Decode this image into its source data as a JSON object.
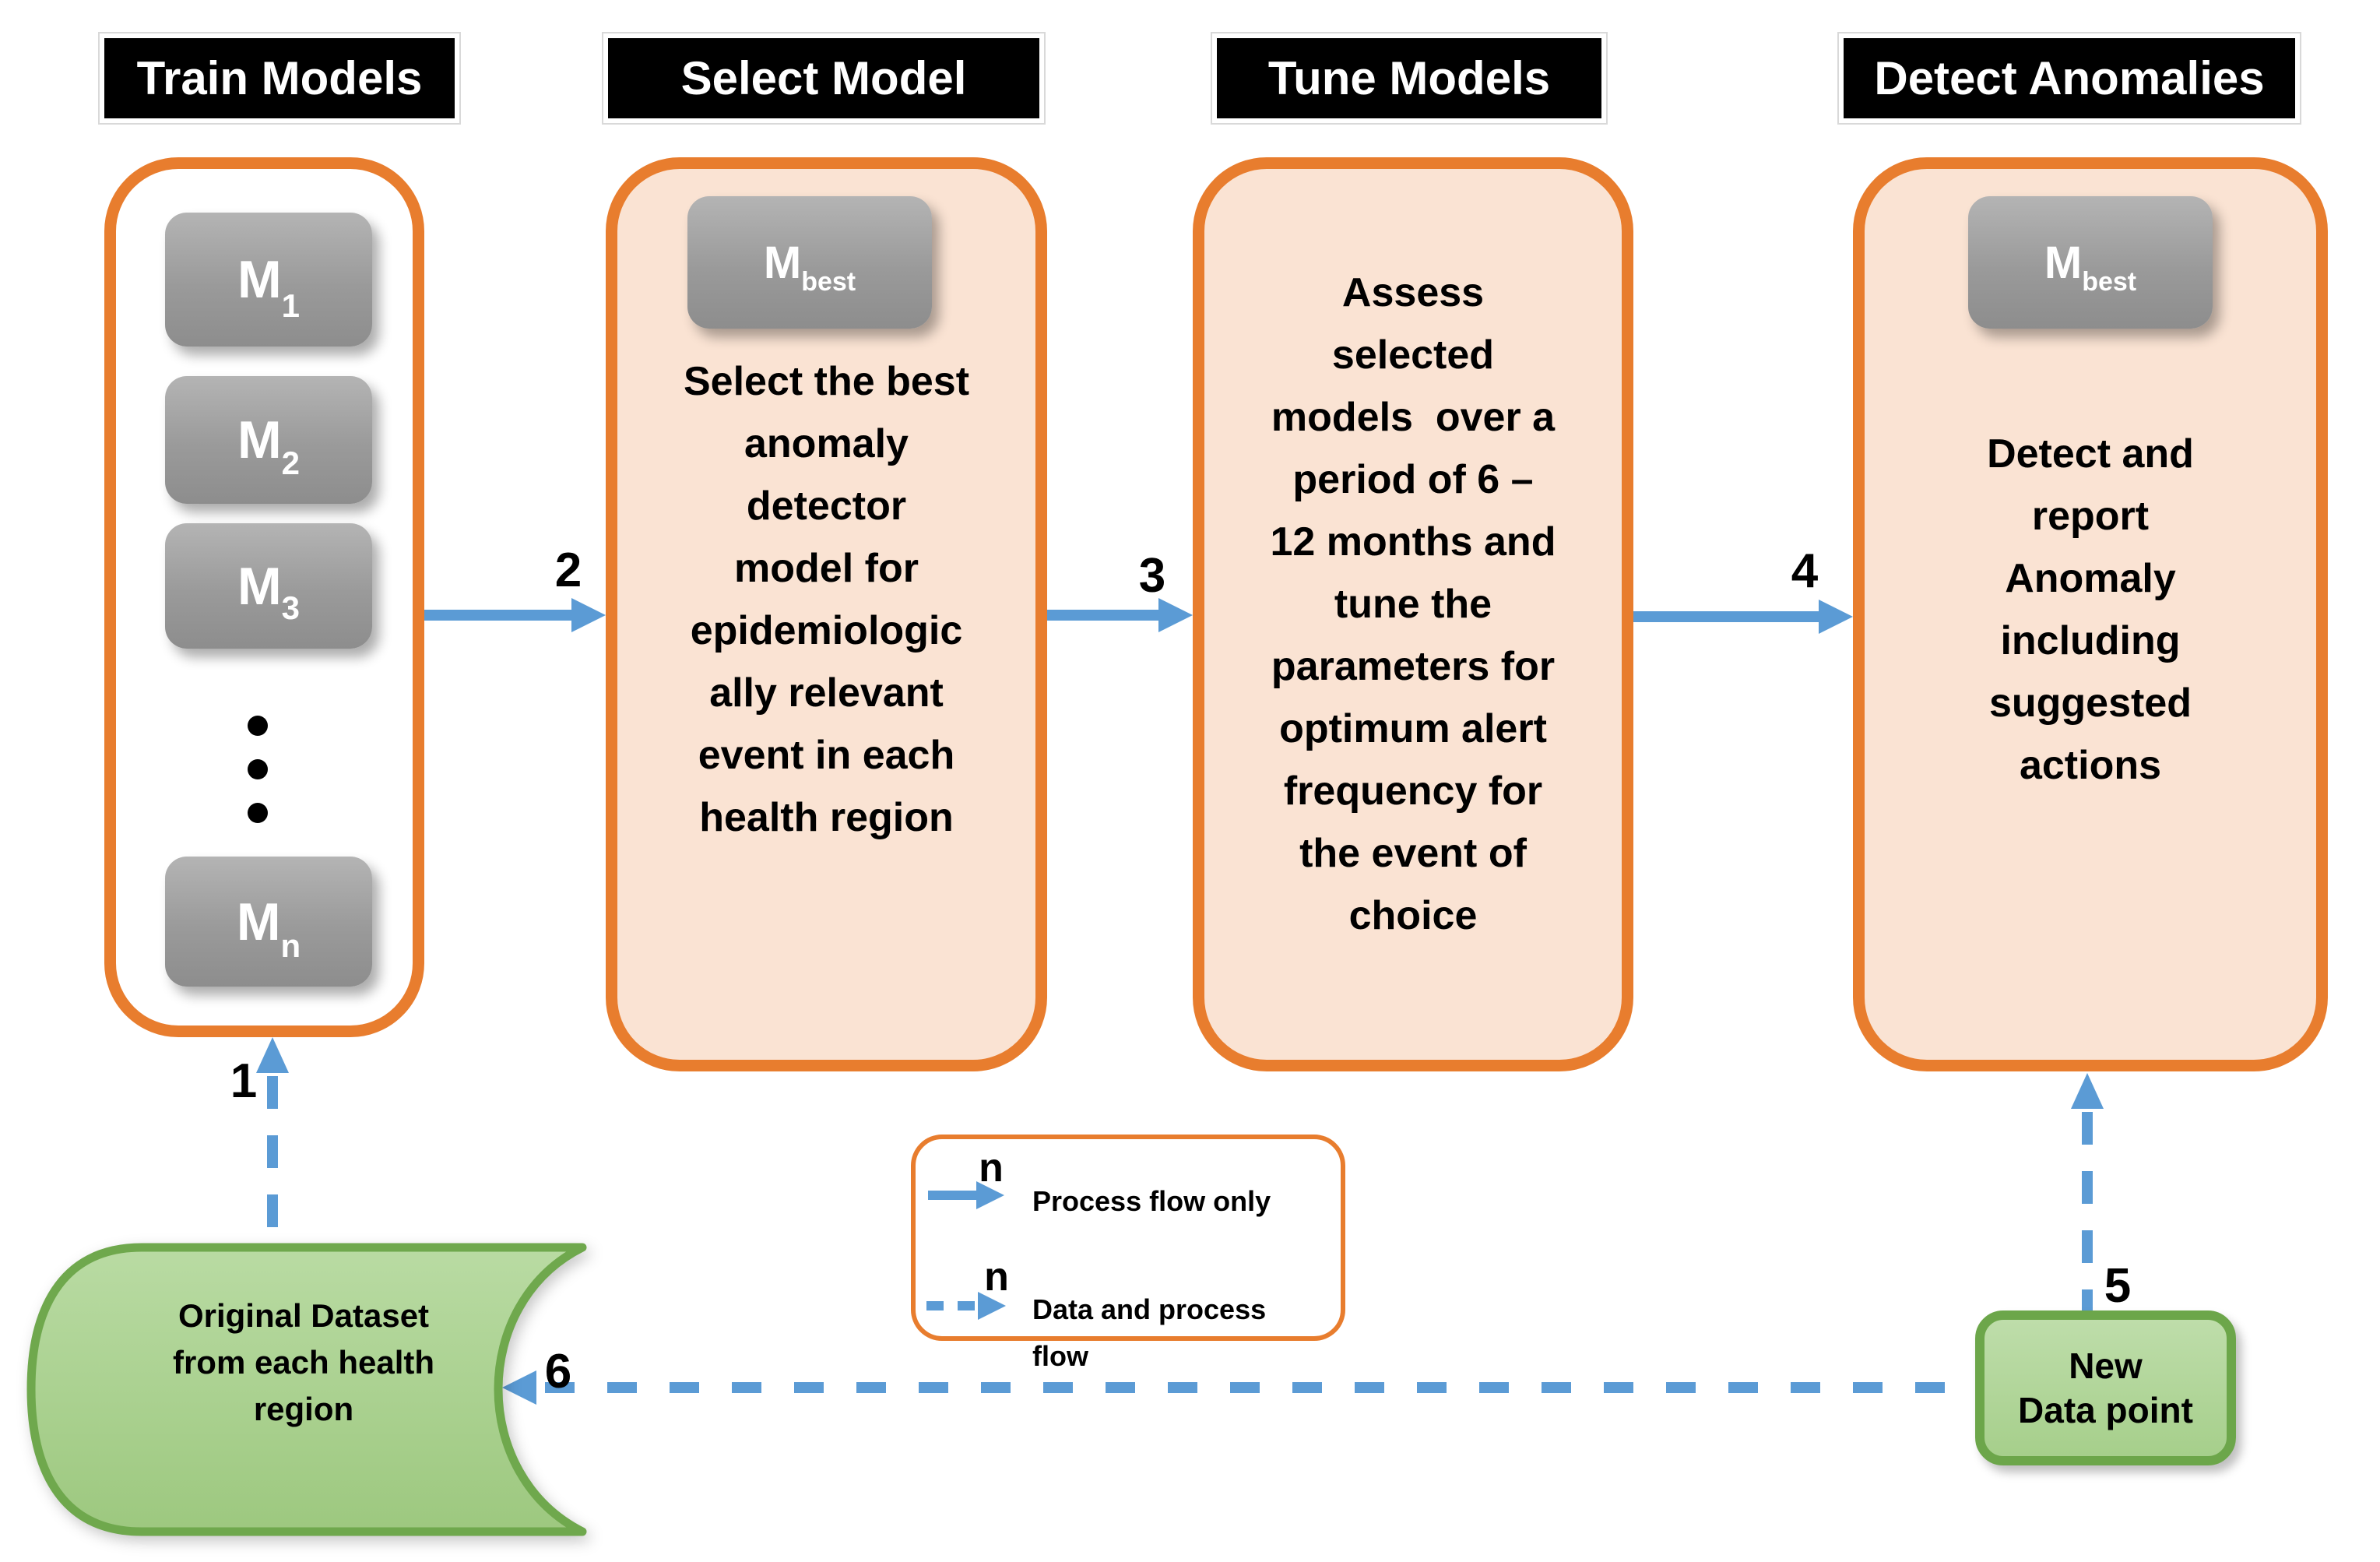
{
  "headers": {
    "train": "Train Models",
    "select": "Select Model",
    "tune": "Tune Models",
    "detect": "Detect Anomalies"
  },
  "train_column": {
    "models": [
      {
        "main": "M",
        "sub": "1"
      },
      {
        "main": "M",
        "sub": "2"
      },
      {
        "main": "M",
        "sub": "3"
      },
      {
        "main": "M",
        "sub": "n"
      }
    ]
  },
  "m_best": {
    "main": "M",
    "sub": "best"
  },
  "select_column": {
    "lines": [
      "Select the best",
      "anomaly",
      "detector",
      "model for",
      "epidemiologic",
      "ally relevant",
      "event in each",
      "health region"
    ]
  },
  "tune_column": {
    "lines": [
      "Assess",
      "selected",
      "models  over a",
      "period of 6 –",
      "12 months and",
      "tune the",
      "parameters for",
      "optimum alert",
      "frequency for",
      "the event of",
      "choice"
    ]
  },
  "detect_column": {
    "lines": [
      "Detect and",
      "report",
      "Anomaly",
      "including",
      "suggested",
      "actions"
    ]
  },
  "steps": {
    "s1": "1",
    "s2": "2",
    "s3": "3",
    "s4": "4",
    "s5": "5",
    "s6": "6"
  },
  "legend": {
    "row1_n": "n",
    "row1_label": "Process flow only",
    "row2_n": "n",
    "row2_label": "Data and process flow"
  },
  "cylinder": {
    "lines": [
      "Original Dataset",
      "from each health",
      "region"
    ]
  },
  "new_data_point": {
    "lines": [
      "New",
      "Data point"
    ]
  },
  "colors": {
    "header_bg": "#000000",
    "header_text": "#FFFFFF",
    "accent_orange": "#E87D2E",
    "peach_fill": "#FAE3D3",
    "gray_box": "#9A9A9A",
    "arrow_blue": "#5B9BD5",
    "green_fill": "#A9D18E",
    "green_border": "#6CA64A"
  }
}
